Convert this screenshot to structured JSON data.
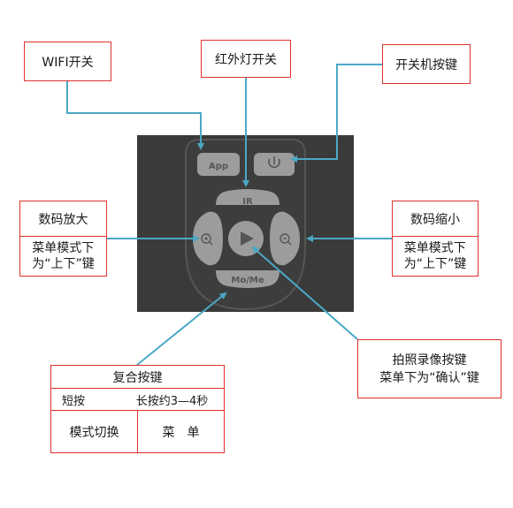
{
  "labels": {
    "wifi": "WIFI开关",
    "ir_switch": "红外灯开关",
    "power": "开关机按键",
    "zoom_in": "数码放大",
    "zoom_in_sub": "菜单模式下\n为“上下”键",
    "zoom_out": "数码缩小",
    "zoom_out_sub": "菜单模式下\n为“上下”键",
    "capture_line1": "拍照录像按键",
    "capture_line2": "菜单下为“确认”键",
    "combo": {
      "title": "复合按键",
      "short_press": "短按",
      "long_press": "长按约3—4秒",
      "mode_switch": "模式切换",
      "menu": "菜　单"
    }
  },
  "device": {
    "app_button": "App",
    "ir_button": "IR",
    "mode_button": "Mo/Me"
  },
  "colors": {
    "callout_border": "#e0302c",
    "arrow": "#4aa8c4",
    "panel": "#3a3a3a",
    "button": "#9c9c9c"
  }
}
